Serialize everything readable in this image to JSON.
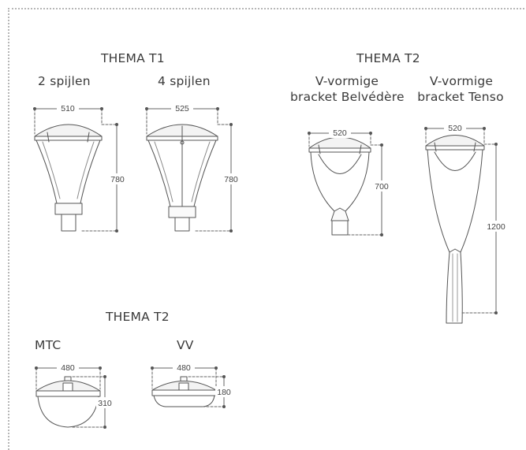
{
  "sections": {
    "top_left_title": "THEMA T1",
    "top_right_title": "THEMA T2",
    "bottom_title": "THEMA T2"
  },
  "variants": {
    "spijlen2": {
      "label": "2 spijlen",
      "width": "510",
      "height": "780"
    },
    "spijlen4": {
      "label": "4 spijlen",
      "width": "525",
      "height": "780"
    },
    "belvedere": {
      "label_line1": "V-vormige",
      "label_line2": "bracket Belvédère",
      "width": "520",
      "height": "700"
    },
    "tenso": {
      "label_line1": "V-vormige",
      "label_line2": "bracket Tenso",
      "width": "520",
      "height": "1200"
    },
    "mtc": {
      "label": "MTC",
      "width": "480",
      "height": "310"
    },
    "vv": {
      "label": "VV",
      "width": "480",
      "height": "180"
    }
  }
}
